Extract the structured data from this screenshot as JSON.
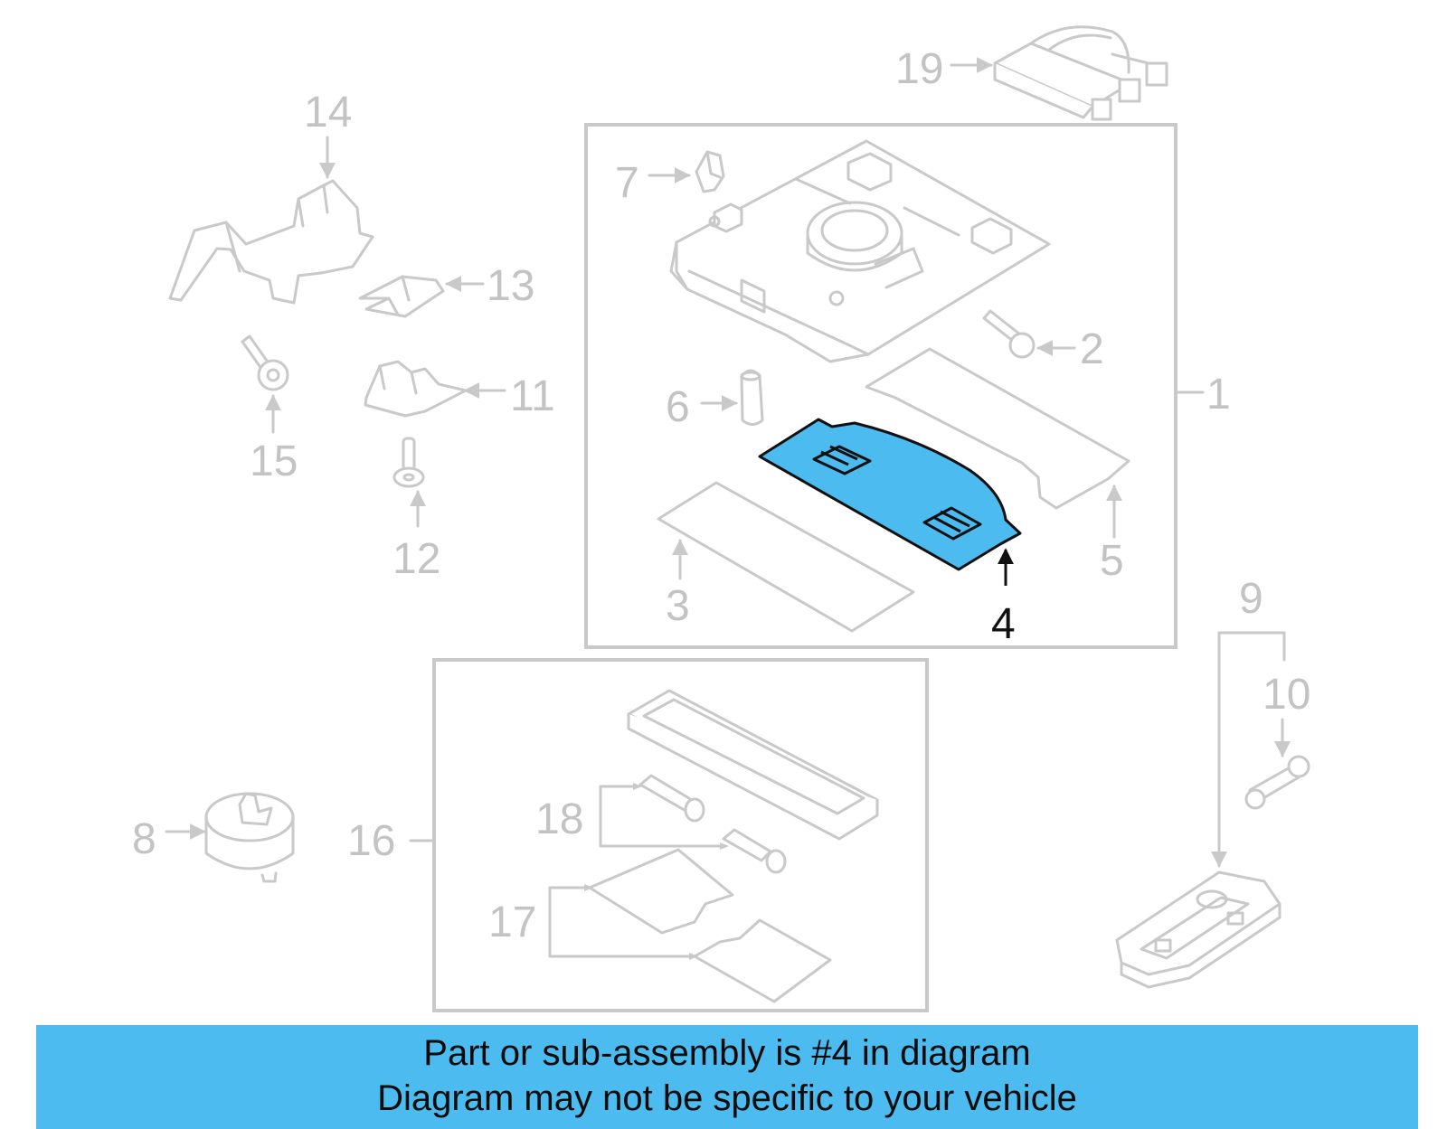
{
  "callouts": {
    "c1": "1",
    "c2": "2",
    "c3": "3",
    "c4": "4",
    "c5": "5",
    "c6": "6",
    "c7": "7",
    "c8": "8",
    "c9": "9",
    "c10": "10",
    "c11": "11",
    "c12": "12",
    "c13": "13",
    "c14": "14",
    "c15": "15",
    "c16": "16",
    "c17": "17",
    "c18": "18",
    "c19": "19"
  },
  "highlighted_part": "4",
  "colors": {
    "highlight": "#4cbbf0",
    "line": "#c9c9c9",
    "label": "#c3c3c3",
    "banner": "#4cbbf0"
  },
  "banner": {
    "line1": "Part or sub-assembly is #4 in diagram",
    "line2": "Diagram may not be specific to your vehicle"
  }
}
